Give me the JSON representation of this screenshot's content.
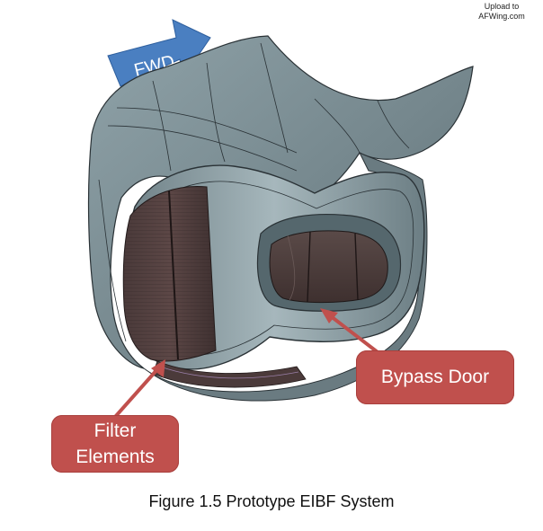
{
  "watermark": {
    "line1": "Upload to",
    "line2": "AFWing.com"
  },
  "arrow_label": "FWD",
  "callouts": {
    "bypass_door": "Bypass Door",
    "filter_line1": "Filter",
    "filter_line2": "Elements"
  },
  "caption": "Figure 1.5 Prototype EIBF System",
  "colors": {
    "callout": "#c0504d",
    "arrow": "#4a7fc1",
    "pointer": "#c0504d",
    "fairing": "#7d8f95"
  }
}
